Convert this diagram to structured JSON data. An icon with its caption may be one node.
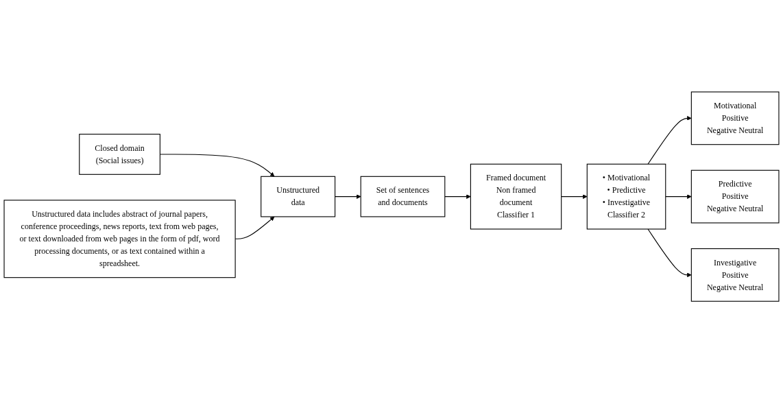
{
  "diagram": {
    "nodes": [
      {
        "text": [
          "Closed domain (Social issues)"
        ]
      },
      {
        "text": [
          "Unstructured data"
        ]
      },
      {
        "text": [
          "Set of sentences and documents"
        ]
      },
      {
        "text": [
          "Framed document",
          "Non framed document",
          "Classifier 1"
        ]
      },
      {
        "text": [
          "• Motivational",
          "• Predictive",
          "• Investigative",
          "Classifier 2"
        ]
      },
      {
        "text": [
          "Motivational",
          "Positive Negative Neutral"
        ]
      },
      {
        "text": [
          "Predictive",
          "Positive Negative Neutral"
        ]
      },
      {
        "text": [
          "Investigative",
          "Positive Negative Neutral"
        ]
      },
      {
        "text": [
          "Unstructured data includes abstract of journal papers, conference proceedings, news reports, text from web pages, or text downloaded from web pages in the form of pdf, word processing documents, or as text contained within a spreadsheet."
        ]
      }
    ],
    "edges": [
      {
        "from": 0,
        "to": 1,
        "arrow": "to"
      },
      {
        "from": 8,
        "to": 1,
        "arrow": "to"
      },
      {
        "from": 1,
        "to": 2,
        "arrow": "to"
      },
      {
        "from": 2,
        "to": 3,
        "arrow": "to"
      },
      {
        "from": 3,
        "to": 4,
        "arrow": "to"
      },
      {
        "from": 4,
        "to": 5,
        "arrow": "to"
      },
      {
        "from": 4,
        "to": 6,
        "arrow": "to"
      },
      {
        "from": 4,
        "to": 7,
        "arrow": "to"
      }
    ]
  }
}
